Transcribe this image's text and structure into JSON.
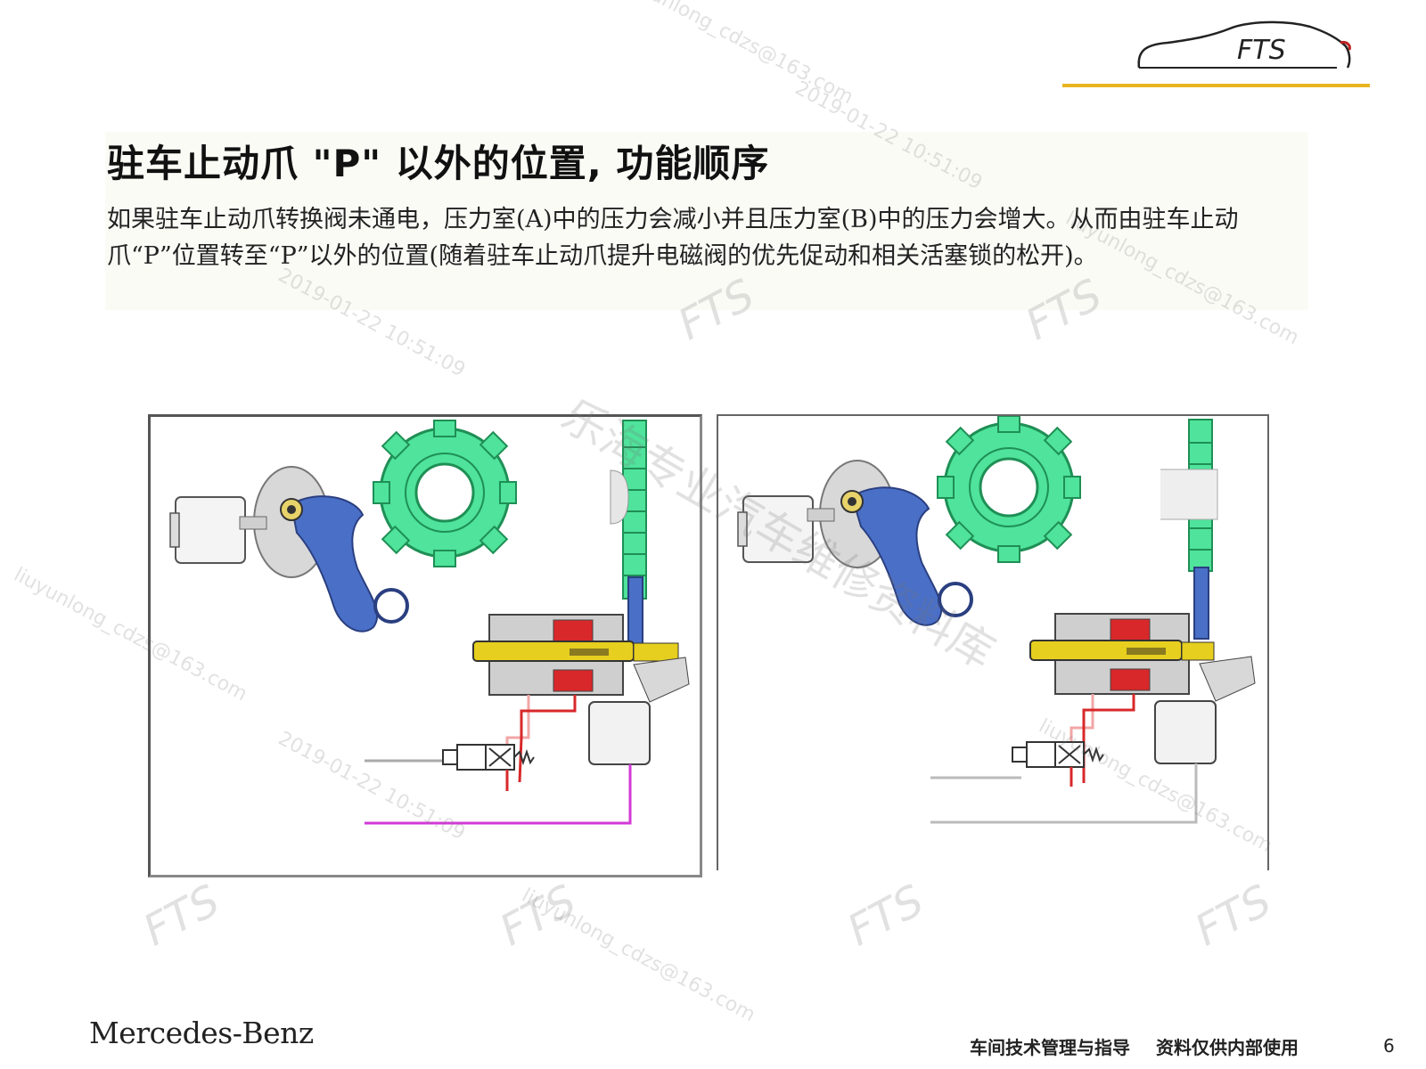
{
  "header": {
    "logo_text": "FTS",
    "accent_color": "#e8b520"
  },
  "slide": {
    "title": "驻车止动爪 \"P\" 以外的位置, 功能顺序",
    "body": "如果驻车止动爪转换阀未通电，压力室(A)中的压力会减小并且压力室(B)中的压力会增大。从而由驻车止动爪“P”位置转至“P”以外的位置(随着驻车止动爪提升电磁阀的优先促动和相关活塞锁的松开)。"
  },
  "diagram": {
    "gear_color": "#4fe39b",
    "pawl_color": "#4a6fc7",
    "pressure_color": "#d8282a",
    "low_pressure_color": "#f2a6a6",
    "return_color": "#d23ad6",
    "piston_color": "#e6cf1e",
    "left_panel_label": "state-before",
    "right_panel_label": "state-after"
  },
  "footer": {
    "brand": "Mercedes-Benz",
    "note_1": "车间技术管理与指导",
    "note_2": "资料仅供内部使用",
    "page_number": "6"
  },
  "watermarks": {
    "email": "liuyunlong_cdzs@163.com",
    "timestamp": "2019-01-22 10:51:09",
    "mark": "FTS",
    "cn_mark": "乐海专业汽车维修资料库"
  }
}
